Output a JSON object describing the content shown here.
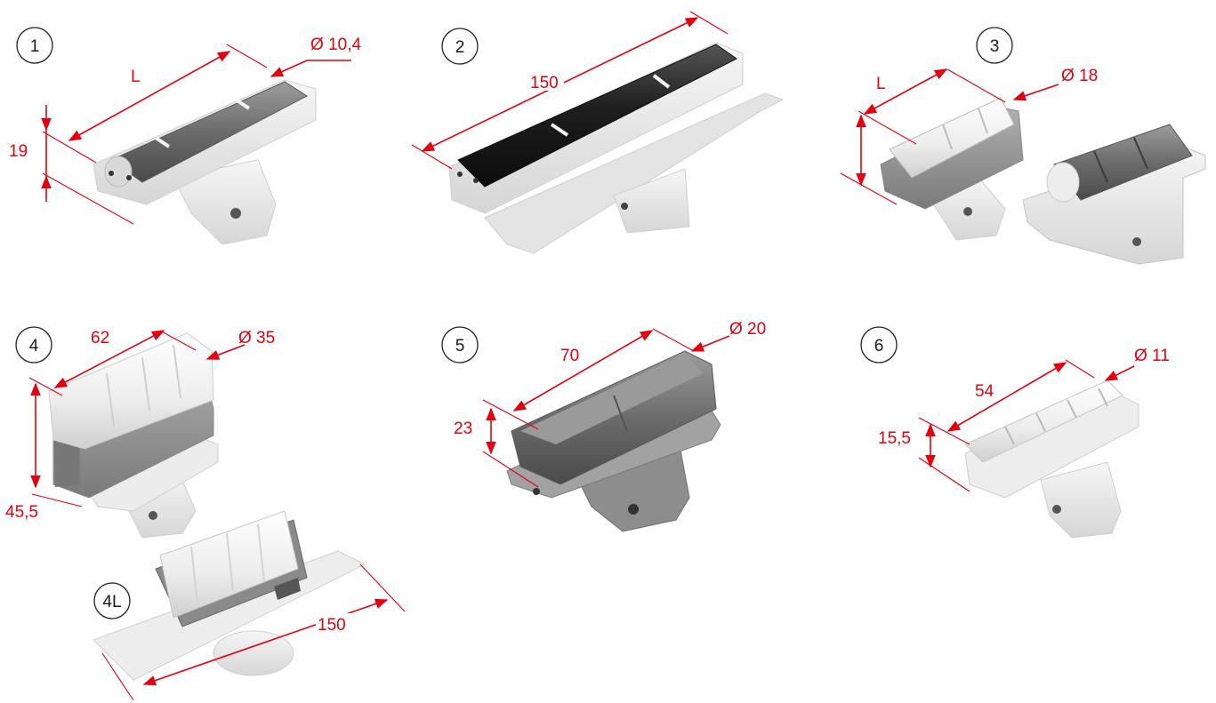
{
  "items": [
    {
      "id": "1",
      "dims": {
        "length": "L",
        "diameter": "Ø 10,4",
        "height": "19"
      }
    },
    {
      "id": "2",
      "dims": {
        "length": "150"
      }
    },
    {
      "id": "3",
      "dims": {
        "length": "L",
        "diameter": "Ø 18"
      }
    },
    {
      "id": "4",
      "dims": {
        "length": "62",
        "diameter": "Ø 35",
        "height": "45,5"
      }
    },
    {
      "id": "4L",
      "dims": {
        "length": "150"
      }
    },
    {
      "id": "5",
      "dims": {
        "length": "70",
        "diameter": "Ø 20",
        "height": "23"
      }
    },
    {
      "id": "6",
      "dims": {
        "length": "54",
        "diameter": "Ø 11",
        "height": "15,5"
      }
    }
  ],
  "colors": {
    "dimension": "#e3000f",
    "roller_grey": "#6e6e6e",
    "roller_black": "#1e1e1e",
    "roller_white": "#f1f1f1",
    "body_light": "#e9e9e9",
    "body_mid": "#9a9a9a"
  }
}
